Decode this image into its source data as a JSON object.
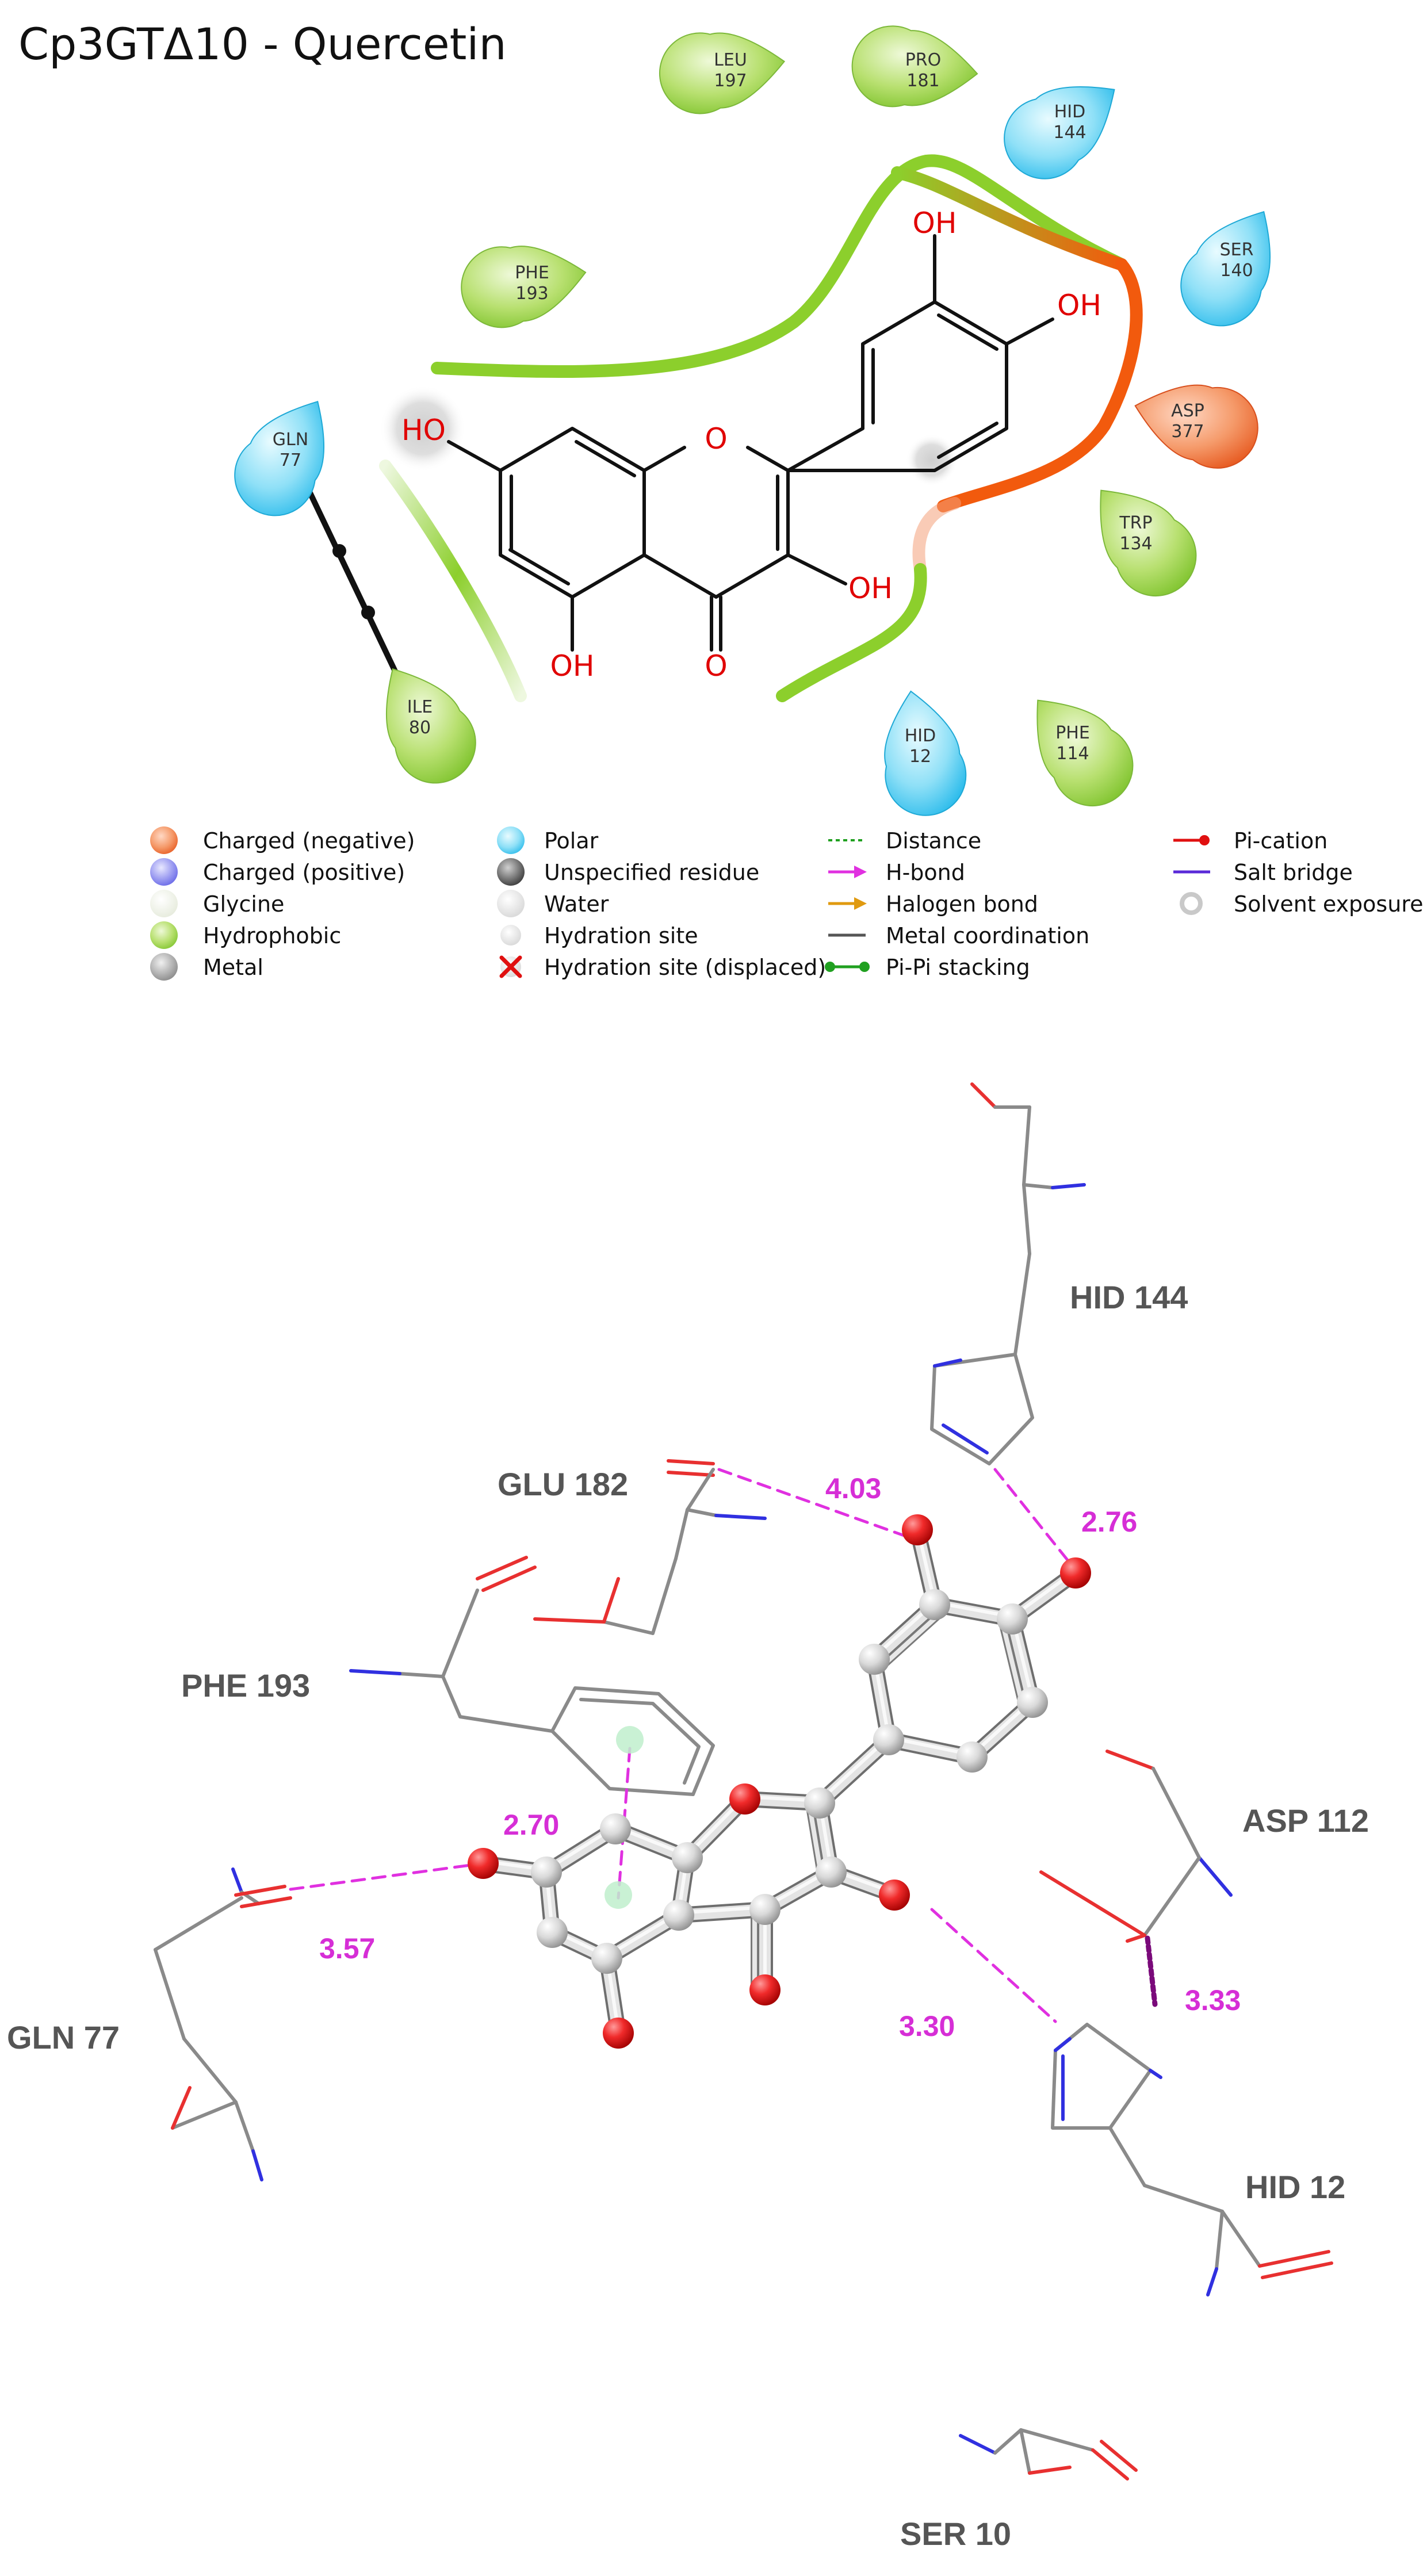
{
  "title": "Cp3GTΔ10 - Quercetin",
  "residues": [
    {
      "name": "LEU",
      "num": "197",
      "type": "hydrophobic"
    },
    {
      "name": "PRO",
      "num": "181",
      "type": "hydrophobic"
    },
    {
      "name": "HID",
      "num": "144",
      "type": "polar"
    },
    {
      "name": "SER",
      "num": "140",
      "type": "polar"
    },
    {
      "name": "PHE",
      "num": "193",
      "type": "hydrophobic"
    },
    {
      "name": "GLN",
      "num": "77",
      "type": "polar"
    },
    {
      "name": "ASP",
      "num": "377",
      "type": "charged-negative"
    },
    {
      "name": "TRP",
      "num": "134",
      "type": "hydrophobic"
    },
    {
      "name": "ILE",
      "num": "80",
      "type": "hydrophobic"
    },
    {
      "name": "HID",
      "num": "12",
      "type": "polar"
    },
    {
      "name": "PHE",
      "num": "114",
      "type": "hydrophobic"
    }
  ],
  "atom_labels": {
    "ho7": "HO",
    "oh_a": "OH",
    "oh_b": "OH",
    "oh3": "OH",
    "oh5": "OH",
    "o_ring": "O",
    "o_keto": "O"
  },
  "colors": {
    "hydrophobic": "#8ccf2c",
    "polar": "#39c6ef",
    "charged_negative": "#f05a1a",
    "hbond": "#e030e0",
    "pipi": "#20a020",
    "oxygen": "#e00000",
    "pocket_green": "#8ccf2c",
    "pocket_orange": "#f25a0d"
  },
  "legend": [
    [
      "Charged (negative)",
      "Charged (positive)",
      "Glycine",
      "Hydrophobic",
      "Metal"
    ],
    [
      "Polar",
      "Unspecified residue",
      "Water",
      "Hydration site",
      "Hydration site (displaced)"
    ],
    [
      "Distance",
      "H-bond",
      "Halogen bond",
      "Metal coordination",
      "Pi-Pi stacking"
    ],
    [
      "Pi-cation",
      "Salt bridge",
      "Solvent exposure"
    ]
  ],
  "labels_3d": {
    "hid144": "HID  144",
    "glu182": "GLU  182",
    "phe193": "PHE  193",
    "asp112": "ASP  112",
    "gln77": "GLN  77",
    "hid12": "HID  12",
    "ser10": "SER  10"
  },
  "distances": {
    "d403": "4.03",
    "d276": "2.76",
    "d270": "2.70",
    "d357": "3.57",
    "d330": "3.30",
    "d333": "3.33"
  }
}
